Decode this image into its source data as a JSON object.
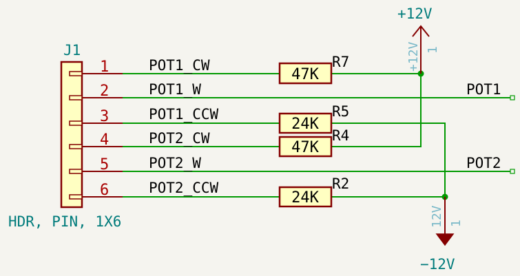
{
  "colors": {
    "background": "#f5f4ef",
    "wire": "#009900",
    "component": "#840000",
    "component_fill": "#ffffc2",
    "label": "#007b7b",
    "net_label": "#000000",
    "hidden_text": "#79b8c8",
    "pin_number": "#a90000"
  },
  "connector": {
    "ref": "J1",
    "value": "HDR, PIN, 1X6",
    "pins": [
      {
        "number": "1",
        "net": "POT1_CW"
      },
      {
        "number": "2",
        "net": "POT1_W"
      },
      {
        "number": "3",
        "net": "POT1_CCW"
      },
      {
        "number": "4",
        "net": "POT2_CW"
      },
      {
        "number": "5",
        "net": "POT2_W"
      },
      {
        "number": "6",
        "net": "POT2_CCW"
      }
    ]
  },
  "resistors": [
    {
      "ref": "R7",
      "value": "47K"
    },
    {
      "ref": "R5",
      "value": "24K"
    },
    {
      "ref": "R4",
      "value": "47K"
    },
    {
      "ref": "R2",
      "value": "24K"
    }
  ],
  "power": {
    "positive": {
      "label": "+12V",
      "hidden_value": "+12V",
      "pin": "1"
    },
    "negative": {
      "label": "−12V",
      "hidden_value": "12V",
      "pin": "1"
    }
  },
  "outputs": [
    "POT1",
    "POT2"
  ]
}
